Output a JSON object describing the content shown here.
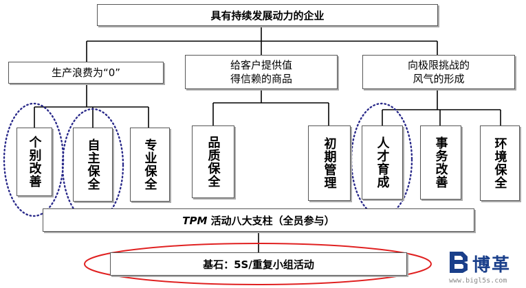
{
  "top": {
    "title": "具有持续发展动力的企业"
  },
  "goals": [
    {
      "id": "zero-loss",
      "label": "生产浪费为“0”"
    },
    {
      "id": "customer-trust",
      "label": "给客户提供值\n得信赖的商品"
    },
    {
      "id": "challenge-culture",
      "label": "向极限挑战的\n风气的形成"
    }
  ],
  "pillars": [
    {
      "id": "individual-improvement",
      "label": "个别改善",
      "highlighted": true
    },
    {
      "id": "autonomous-maintenance",
      "label": "自主保全",
      "highlighted": true
    },
    {
      "id": "planned-maintenance",
      "label": "专业保全",
      "highlighted": false
    },
    {
      "id": "quality-maintenance",
      "label": "品质保全",
      "highlighted": false
    },
    {
      "id": "early-management",
      "label": "初期管理",
      "highlighted": false
    },
    {
      "id": "training",
      "label": "人才育成",
      "highlighted": true
    },
    {
      "id": "office-improvement",
      "label": "事务改善",
      "highlighted": false
    },
    {
      "id": "environment-maintenance",
      "label": "环境保全",
      "highlighted": false
    }
  ],
  "pillar_bar": {
    "label_em": "TPM",
    "label": " 活动八大支柱（全员参与）"
  },
  "foundation": {
    "label": "基石：5S/重复小组活动",
    "highlight_color": "#e02020"
  },
  "watermark": {
    "brand": "博革",
    "url": "www.bigl5s.com"
  },
  "colors": {
    "dotted_highlight": "#2a2a8a",
    "logo_blue": "#1a3f8a"
  }
}
